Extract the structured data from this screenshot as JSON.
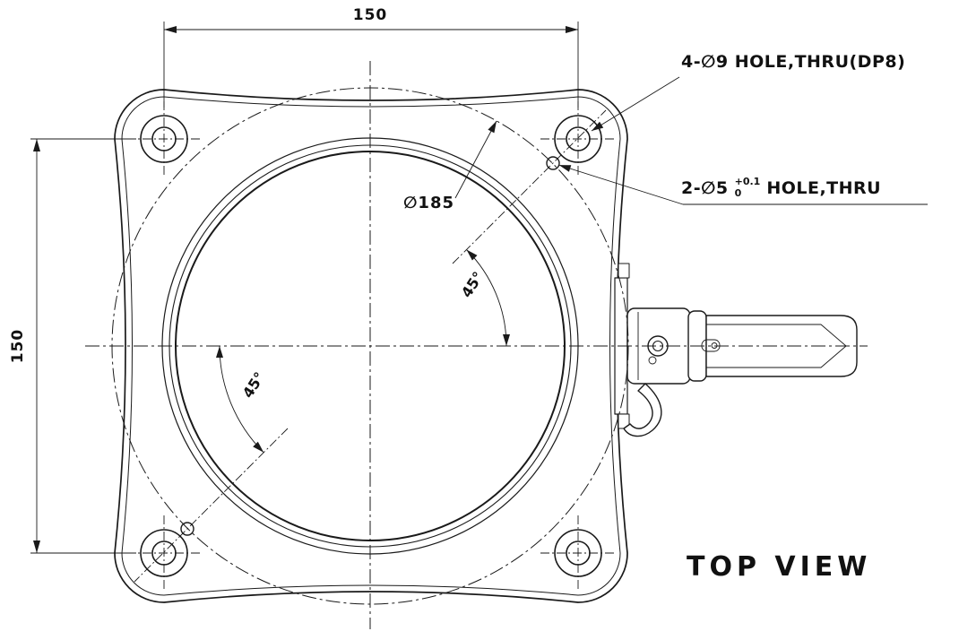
{
  "page": {
    "background": "#ffffff",
    "line_color": "#1a1a1a"
  },
  "annotations": {
    "dim_horizontal": "150",
    "dim_vertical": "150",
    "diameter_label": "∅185",
    "angle_upper": "45°",
    "angle_lower": "45°",
    "note_corner_holes": "4-∅9 HOLE,THRU(DP8)",
    "note_pin_holes_prefix": "2-∅5",
    "note_pin_holes_tol_upper": "+0.1",
    "note_pin_holes_tol_lower": "0",
    "note_pin_holes_suffix": "HOLE,THRU",
    "view_title": "TOP VIEW"
  }
}
